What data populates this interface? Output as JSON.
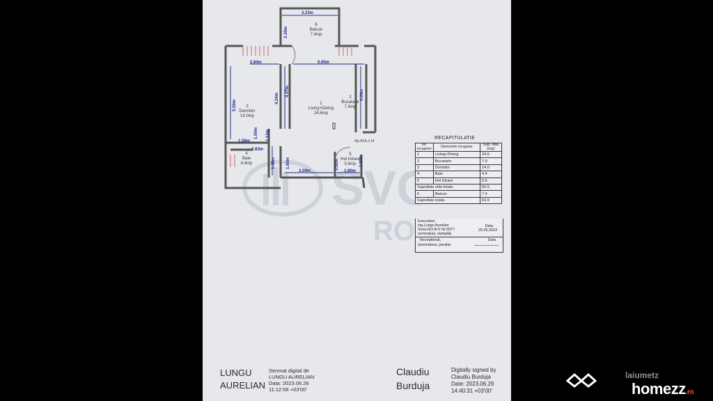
{
  "rooms": [
    {
      "num": "6",
      "name": "Balcon",
      "area": "7.4mp"
    },
    {
      "num": "1",
      "name": "Living+Dining",
      "area": "24.6mp"
    },
    {
      "num": "2",
      "name": "Bucatarie",
      "area": "7.9mp"
    },
    {
      "num": "3",
      "name": "Dormitor",
      "area": "14.0mp"
    },
    {
      "num": "4",
      "name": "Baie",
      "area": "4.4mp"
    },
    {
      "num": "5",
      "name": "Hol intrare",
      "area": "5.6mp"
    }
  ],
  "dimensions": {
    "balcon_width": "3.23m",
    "balcon_depth": "2.30m",
    "dorm_width": "2.84m",
    "living_width": "5.05m",
    "dorm_height": "5.50m",
    "dorm_wall": "4.24m",
    "living_height": "4.37m",
    "kitchen_height": "4.06m",
    "bath_width1": "1.58m",
    "bath_width2": "2.83m",
    "bath_wall": "1.12m",
    "bath_side": "1.50m",
    "hall_height": "1.48m",
    "hall_wall": "1.85m",
    "living_bottom": "3.09m",
    "hol_side": "1.52m",
    "hol_width": "1.90m",
    "hol_right": "1.80m"
  },
  "apartment_note": "Ap.A1b.t.14",
  "recap": {
    "title": "RECAPITULATIE",
    "headers": [
      "Nr. incapere",
      "Denumire incapere",
      "Sup. utila (mp)"
    ],
    "rows": [
      [
        "1",
        "Living+Dining",
        "24.6"
      ],
      [
        "2",
        "Bucatarie",
        "7.9"
      ],
      [
        "3",
        "Dormitor",
        "14.0"
      ],
      [
        "4",
        "Baie",
        "4.4"
      ],
      [
        "5",
        "Hol intrare",
        "5.6"
      ]
    ],
    "total_useful_label": "Suprafata utila totala",
    "total_useful": "56.5",
    "balcony_row": [
      "6",
      "Balcon",
      "7.4"
    ],
    "total_label": "Suprafata totala",
    "total": "63.9",
    "executant_label": "Executant,",
    "executant_name": "ing.Lungu Aurelian",
    "series": "Seria RO-B-F   Nr.0977",
    "sign_note": "(semnatura, stampila)",
    "date_label": "Data",
    "date_value": "25.06.2023",
    "receptionat_label": "Receptionat,",
    "receptionat_note": "(semnatura, parafa)",
    "data2": "Data"
  },
  "watermark": {
    "big": "SVG",
    "small": "ROM"
  },
  "signature1": {
    "name_l1": "LUNGU",
    "name_l2": "AURELIAN",
    "l1": "Semnat digital de",
    "l2": "LUNGU AURELIAN",
    "l3": "Data: 2023.06.26",
    "l4": "11:12:56 +03'00'"
  },
  "signature2": {
    "name_l1": "Claudiu",
    "name_l2": "Burduja",
    "l1": "Digitally signed by",
    "l2": "Claudiu Burduja",
    "l3": "Date: 2023.06.29",
    "l4": "14:40:31 +03'00'"
  },
  "brand": {
    "laiumetz": "laiumetz",
    "homezz": "homezz",
    ".ro": ".ro"
  }
}
